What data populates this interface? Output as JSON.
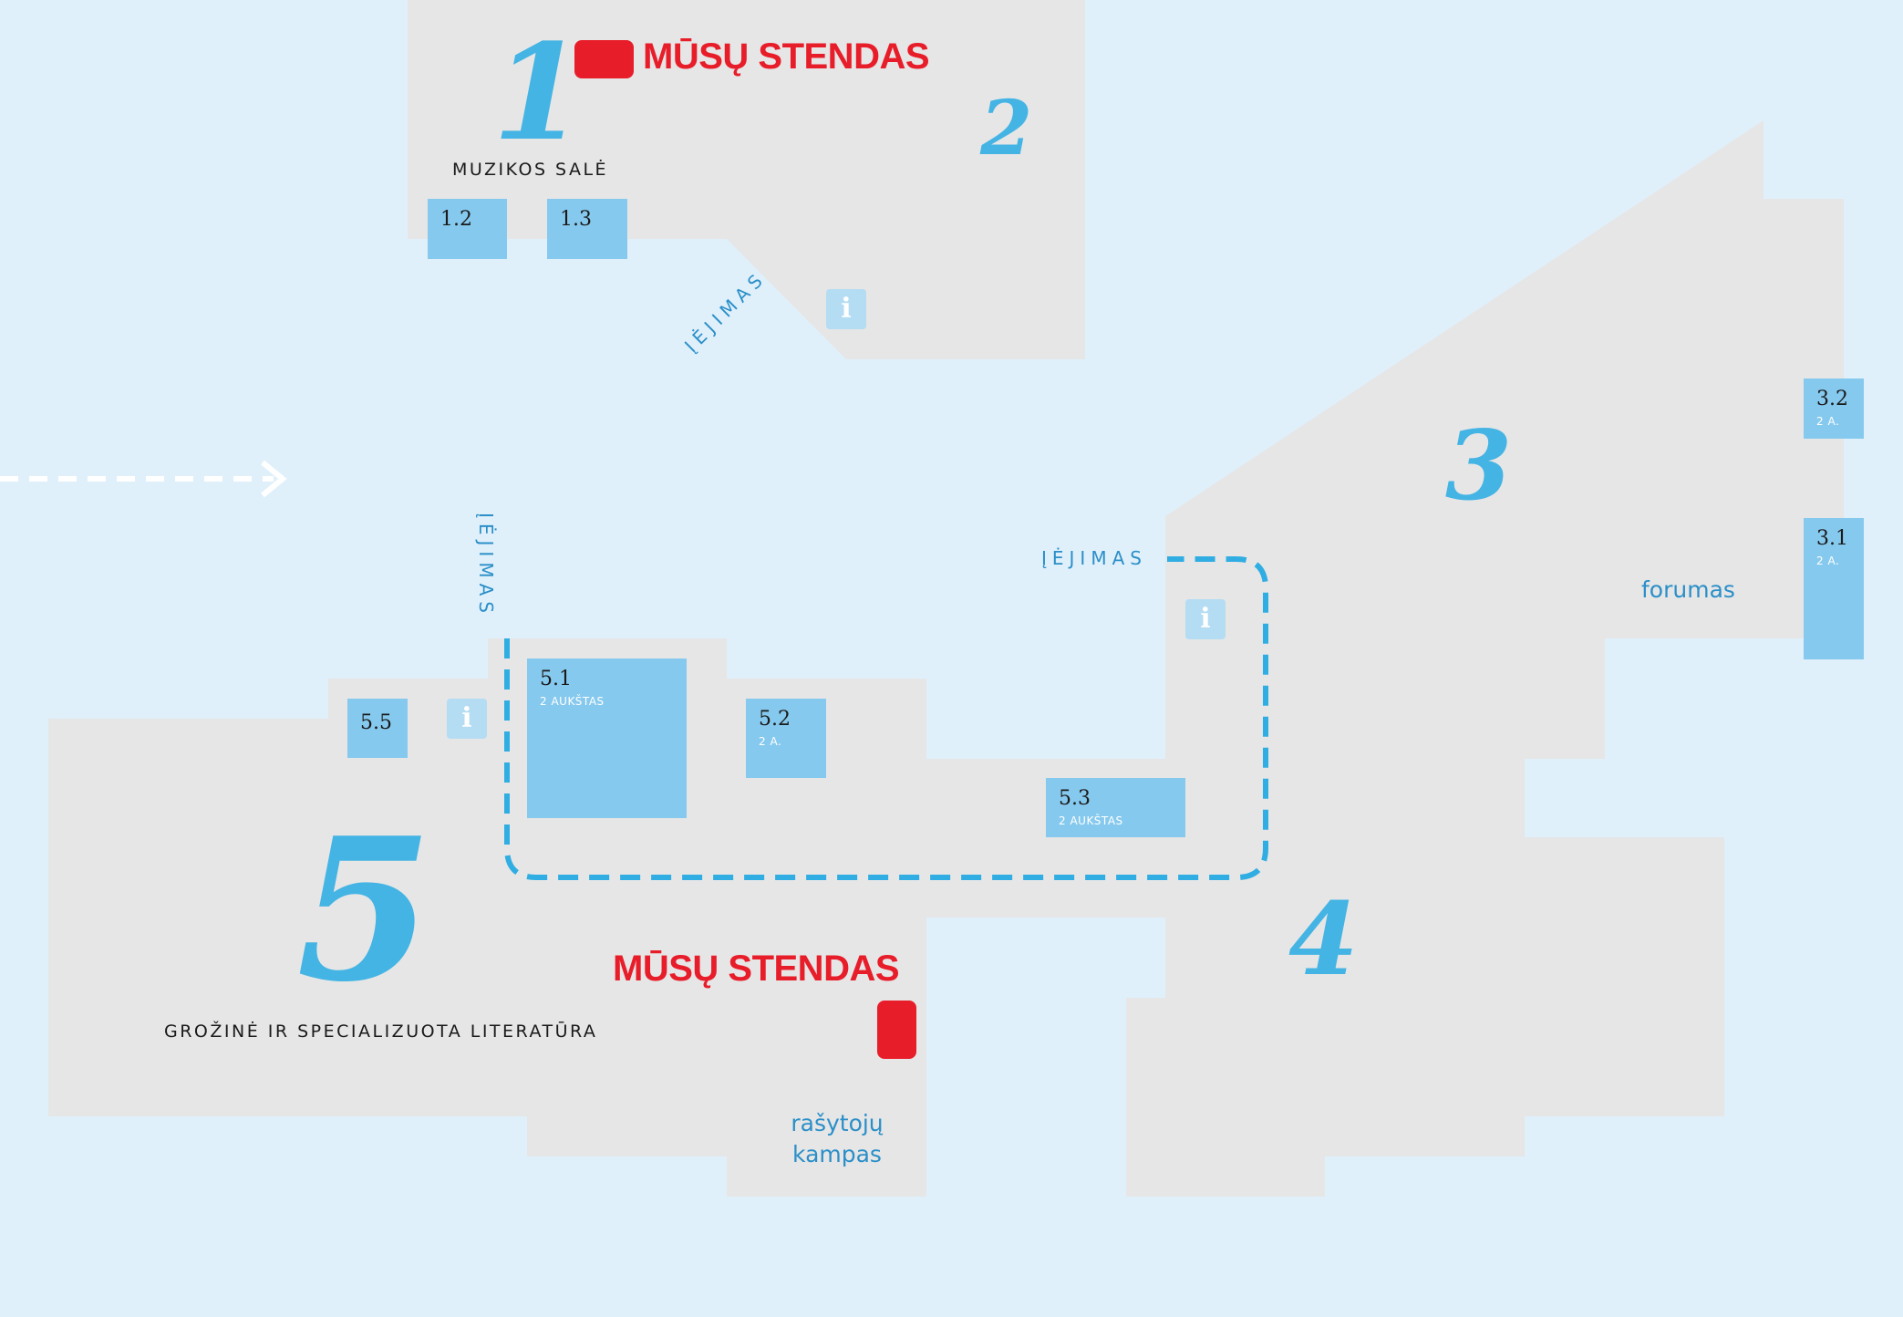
{
  "colors": {
    "background": "#dff0fb",
    "floor": "#e6e6e6",
    "stand": "#86c9ee",
    "hall_number": "#44b4e4",
    "our_stand": "#e81d2a",
    "label_blue": "#2b8fc8",
    "info_box": "#b4dcf3"
  },
  "halls": {
    "h1": {
      "number": "1",
      "label": "MUZIKOS SALĖ"
    },
    "h2": {
      "number": "2"
    },
    "h3": {
      "number": "3"
    },
    "h4": {
      "number": "4"
    },
    "h5": {
      "number": "5",
      "label": "GROŽINĖ IR SPECIALIZUOTA LITERATŪRA"
    }
  },
  "our_stand": {
    "label": "MŪSŲ STENDAS"
  },
  "entrance": {
    "label": "ĮĖJIMAS"
  },
  "info": {
    "symbol": "i",
    "icon": "info-icon"
  },
  "stands": {
    "s1_2": {
      "code": "1.2"
    },
    "s1_3": {
      "code": "1.3"
    },
    "s3_1": {
      "code": "3.1",
      "floor": "2 A."
    },
    "s3_2": {
      "code": "3.2",
      "floor": "2 A."
    },
    "s5_1": {
      "code": "5.1",
      "floor": "2 AUKŠTAS"
    },
    "s5_2": {
      "code": "5.2",
      "floor": "2 A."
    },
    "s5_3": {
      "code": "5.3",
      "floor": "2 AUKŠTAS"
    },
    "s5_5": {
      "code": "5.5"
    }
  },
  "areas": {
    "forumas": "forumas",
    "writers_line1": "rašytojų",
    "writers_line2": "kampas"
  }
}
